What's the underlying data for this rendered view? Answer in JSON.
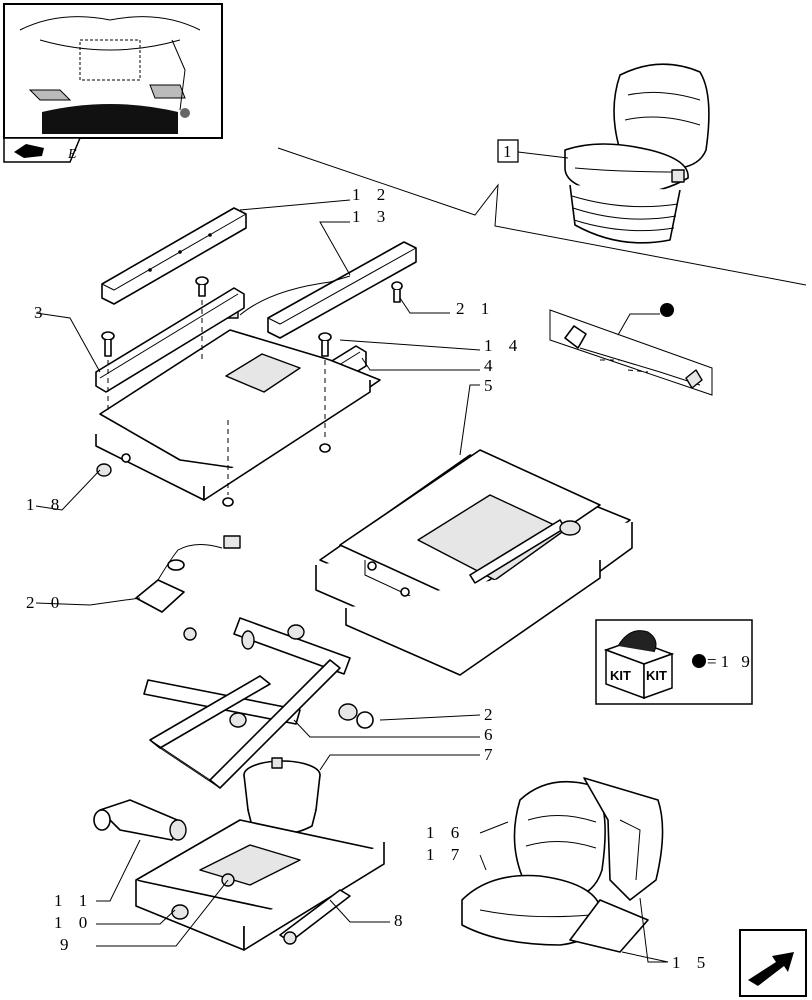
{
  "callouts": [
    {
      "id": "c12",
      "text": "1 2"
    },
    {
      "id": "c13",
      "text": "1 3"
    },
    {
      "id": "c3",
      "text": "3"
    },
    {
      "id": "c21",
      "text": "2 1"
    },
    {
      "id": "c14",
      "text": "1 4"
    },
    {
      "id": "c4",
      "text": "4"
    },
    {
      "id": "c5",
      "text": "5"
    },
    {
      "id": "c18",
      "text": "1 8"
    },
    {
      "id": "c20",
      "text": "2 0"
    },
    {
      "id": "c2",
      "text": "2"
    },
    {
      "id": "c6",
      "text": "6"
    },
    {
      "id": "c7",
      "text": "7"
    },
    {
      "id": "c16",
      "text": "1 6"
    },
    {
      "id": "c17",
      "text": "1 7"
    },
    {
      "id": "c11",
      "text": "1 1"
    },
    {
      "id": "c10",
      "text": "1 0"
    },
    {
      "id": "c9",
      "text": "9"
    },
    {
      "id": "c8",
      "text": "8"
    },
    {
      "id": "c15",
      "text": "1 5"
    }
  ],
  "assembly_ref": "1",
  "thumbnail_tab": "E",
  "kit": {
    "badge_left": "KIT",
    "badge_right": "KIT",
    "legend": "=1 9"
  },
  "colors": {
    "ink": "#000000",
    "paper": "#ffffff",
    "shade": "#e6e6e6"
  },
  "icons": [
    "thumbnail-tractor-cab",
    "book-icon",
    "kit-box-icon",
    "next-page-arrow-icon",
    "dot-marker-icon"
  ]
}
